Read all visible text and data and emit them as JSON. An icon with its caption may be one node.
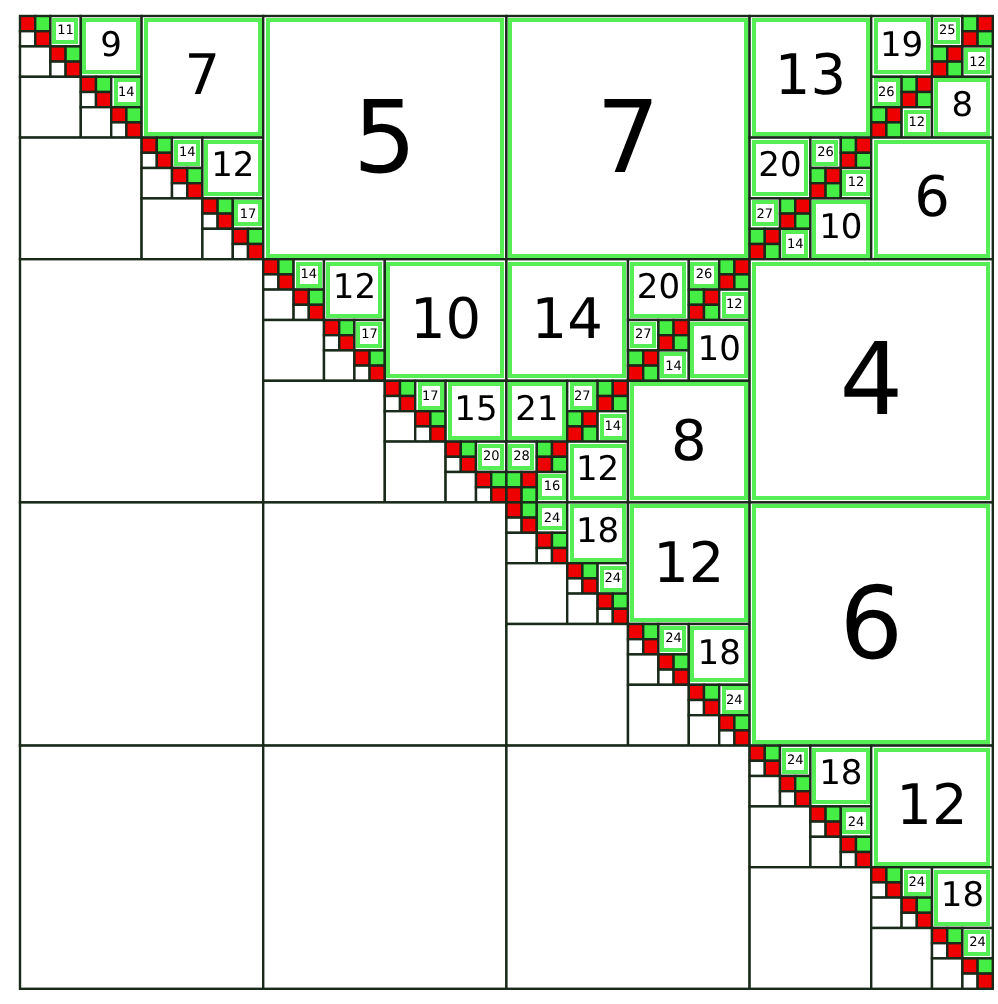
{
  "diagram": {
    "nodes": [
      {
        "text": [
          "11"
        ]
      },
      {
        "text": [
          "9"
        ]
      },
      {
        "text": [
          "14"
        ]
      },
      {
        "text": [
          "7"
        ]
      },
      {
        "text": [
          "14"
        ]
      },
      {
        "text": [
          "12"
        ]
      },
      {
        "text": [
          "17"
        ]
      },
      {
        "text": [
          "5"
        ]
      },
      {
        "text": [
          "7"
        ]
      },
      {
        "text": [
          "13"
        ]
      },
      {
        "text": [
          "19"
        ]
      },
      {
        "text": [
          "25"
        ]
      },
      {
        "text": [
          "12"
        ]
      },
      {
        "text": [
          "26"
        ]
      },
      {
        "text": [
          "12"
        ]
      },
      {
        "text": [
          "8"
        ]
      },
      {
        "text": [
          "20"
        ]
      },
      {
        "text": [
          "26"
        ]
      },
      {
        "text": [
          "12"
        ]
      },
      {
        "text": [
          "27"
        ]
      },
      {
        "text": [
          "14"
        ]
      },
      {
        "text": [
          "10"
        ]
      },
      {
        "text": [
          "6"
        ]
      },
      {
        "text": [
          "14"
        ]
      },
      {
        "text": [
          "12"
        ]
      },
      {
        "text": [
          "17"
        ]
      },
      {
        "text": [
          "10"
        ]
      },
      {
        "text": [
          "17"
        ]
      },
      {
        "text": [
          "15"
        ]
      },
      {
        "text": [
          "20"
        ]
      },
      {
        "text": [
          "14"
        ]
      },
      {
        "text": [
          "20"
        ]
      },
      {
        "text": [
          "26"
        ]
      },
      {
        "text": [
          "12"
        ]
      },
      {
        "text": [
          "27"
        ]
      },
      {
        "text": [
          "14"
        ]
      },
      {
        "text": [
          "10"
        ]
      },
      {
        "text": [
          "21"
        ]
      },
      {
        "text": [
          "27"
        ]
      },
      {
        "text": [
          "14"
        ]
      },
      {
        "text": [
          "28"
        ]
      },
      {
        "text": [
          "16"
        ]
      },
      {
        "text": [
          "12"
        ]
      },
      {
        "text": [
          "8"
        ]
      },
      {
        "text": [
          "4"
        ]
      },
      {
        "text": [
          "24"
        ]
      },
      {
        "text": [
          "18"
        ]
      },
      {
        "text": [
          "24"
        ]
      },
      {
        "text": [
          "12"
        ]
      },
      {
        "text": [
          "24"
        ]
      },
      {
        "text": [
          "18"
        ]
      },
      {
        "text": [
          "24"
        ]
      },
      {
        "text": [
          "6"
        ]
      },
      {
        "text": [
          "24"
        ]
      },
      {
        "text": [
          "18"
        ]
      },
      {
        "text": [
          "24"
        ]
      },
      {
        "text": [
          "12"
        ]
      },
      {
        "text": [
          "24"
        ]
      },
      {
        "text": [
          "18"
        ]
      },
      {
        "text": [
          "24"
        ]
      }
    ]
  }
}
